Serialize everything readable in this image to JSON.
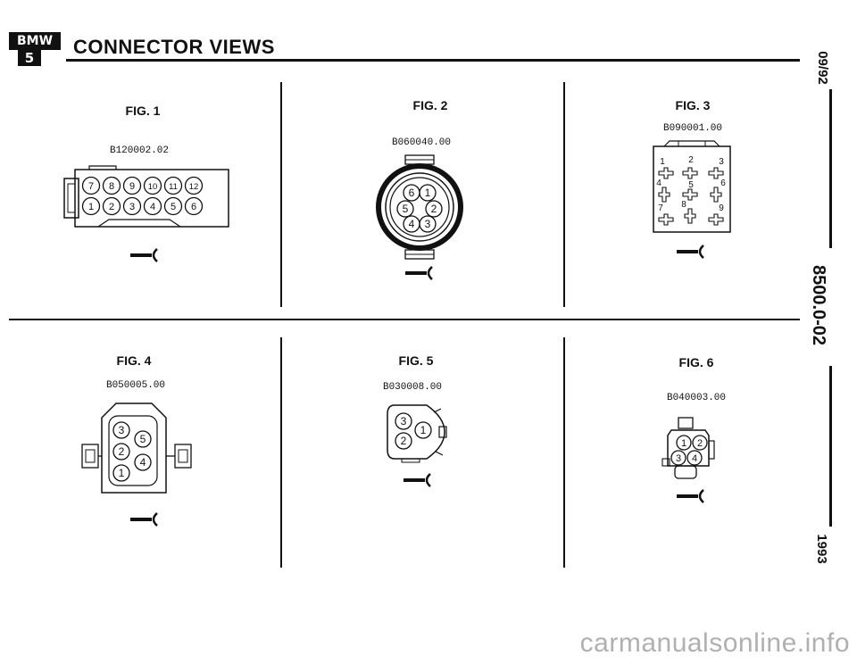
{
  "header": {
    "logo_top": "BMW",
    "logo_bottom": "5",
    "title": "CONNECTOR VIEWS"
  },
  "figures": [
    {
      "label": "FIG. 1",
      "part": "B120002.02",
      "pins": [
        "1",
        "2",
        "3",
        "4",
        "5",
        "6",
        "7",
        "8",
        "9",
        "10",
        "11",
        "12"
      ]
    },
    {
      "label": "FIG. 2",
      "part": "B060040.00",
      "pins": [
        "1",
        "2",
        "3",
        "4",
        "5",
        "6"
      ]
    },
    {
      "label": "FIG. 3",
      "part": "B090001.00",
      "pins": [
        "1",
        "2",
        "3",
        "4",
        "5",
        "6",
        "7",
        "8",
        "9"
      ]
    },
    {
      "label": "FIG. 4",
      "part": "B050005.00",
      "pins": [
        "1",
        "2",
        "3",
        "4",
        "5"
      ]
    },
    {
      "label": "FIG. 5",
      "part": "B030008.00",
      "pins": [
        "1",
        "2",
        "3"
      ]
    },
    {
      "label": "FIG. 6",
      "part": "B040003.00",
      "pins": [
        "1",
        "2",
        "3",
        "4"
      ]
    }
  ],
  "side": {
    "date": "09/92",
    "code": "8500.0-02",
    "year": "1993"
  },
  "watermark": "carmanualsonline.info"
}
